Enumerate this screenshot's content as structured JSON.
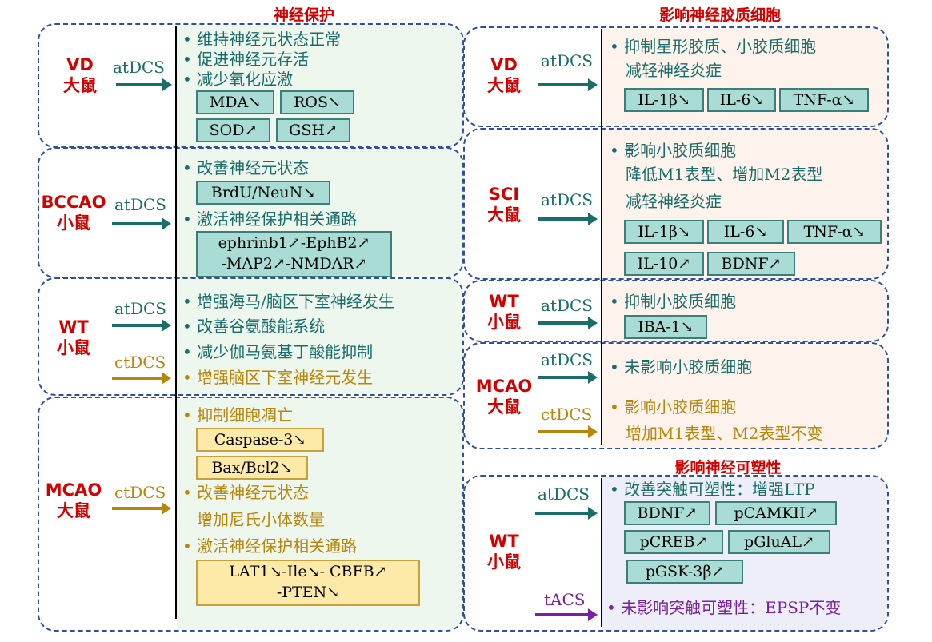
{
  "titles": {
    "neuro": "神经保护",
    "glia": "影响神经胶质细胞",
    "plast": "影响神经可塑性"
  },
  "stimuli": {
    "at": "atDCS",
    "ct": "ctDCS",
    "tacs": "tACS"
  },
  "left": {
    "vd": {
      "subject": [
        "VD",
        "大鼠"
      ],
      "lines": [
        "维持神经元状态正常",
        "促进神经元存活",
        "减少氧化应激"
      ],
      "boxes": [
        "MDA↘",
        "ROS↘",
        "SOD↗",
        "GSH↗"
      ]
    },
    "bccao": {
      "subject": [
        "BCCAO",
        "小鼠"
      ],
      "line1": "改善神经元状态",
      "box1": "BrdU/NeuN↘",
      "line2": "激活神经保护相关通路",
      "box2": [
        "ephrinb1↗-EphB2↗",
        "-MAP2↗-NMDAR↗"
      ]
    },
    "wt": {
      "subject": [
        "WT",
        "小鼠"
      ],
      "at_lines": [
        "增强海马/脑区下室神经发生",
        "改善谷氨酸能系统",
        "减少伽马氨基丁酸能抑制"
      ],
      "ct_line": "增强脑区下室神经元发生"
    },
    "mcao": {
      "subject": [
        "MCAO",
        "大鼠"
      ],
      "line1": "抑制细胞凋亡",
      "box1": "Caspase-3↘",
      "box2": "Bax/Bcl2↘",
      "line2": "改善神经元状态",
      "line3": "增加尼氏小体数量",
      "line4": "激活神经保护相关通路",
      "box3": [
        "LAT1↘-Ile↘- CBFB↗",
        "-PTEN↘"
      ]
    }
  },
  "right": {
    "vd": {
      "subject": [
        "VD",
        "大鼠"
      ],
      "line1": "抑制星形胶质、小胶质细胞",
      "line2": "减轻神经炎症",
      "boxes": [
        "IL-1β↘",
        "IL-6↘",
        "TNF-α↘"
      ]
    },
    "sci": {
      "subject": [
        "SCI",
        "大鼠"
      ],
      "line1": "影响小胶质细胞",
      "line2": "降低M1表型、增加M2表型",
      "line3": "减轻神经炎症",
      "boxes": [
        "IL-1β↘",
        "IL-6↘",
        "TNF-α↘",
        "IL-10↗",
        "BDNF↗"
      ]
    },
    "wt": {
      "subject": [
        "WT",
        "小鼠"
      ],
      "line1": "抑制小胶质细胞",
      "box1": "IBA-1↘"
    },
    "mcao": {
      "subject": [
        "MCAO",
        "大鼠"
      ],
      "at_line": "未影响小胶质细胞",
      "ct_line1": "影响小胶质细胞",
      "ct_line2": "增加M1表型、M2表型不变"
    },
    "plast": {
      "subject": [
        "WT",
        "小鼠"
      ],
      "line1": "改善突触可塑性：增强LTP",
      "boxes": [
        "BDNF↗",
        "pCAMKII↗",
        "pCREB↗",
        "pGluAL↗",
        "pGSK-3β↗"
      ],
      "tacs_line": "未影响突触可塑性：EPSP不变"
    }
  },
  "colors": {
    "teal": "#1a6e6a",
    "gold": "#b8860b",
    "purple": "#7a1fa2",
    "red": "#d40000"
  }
}
